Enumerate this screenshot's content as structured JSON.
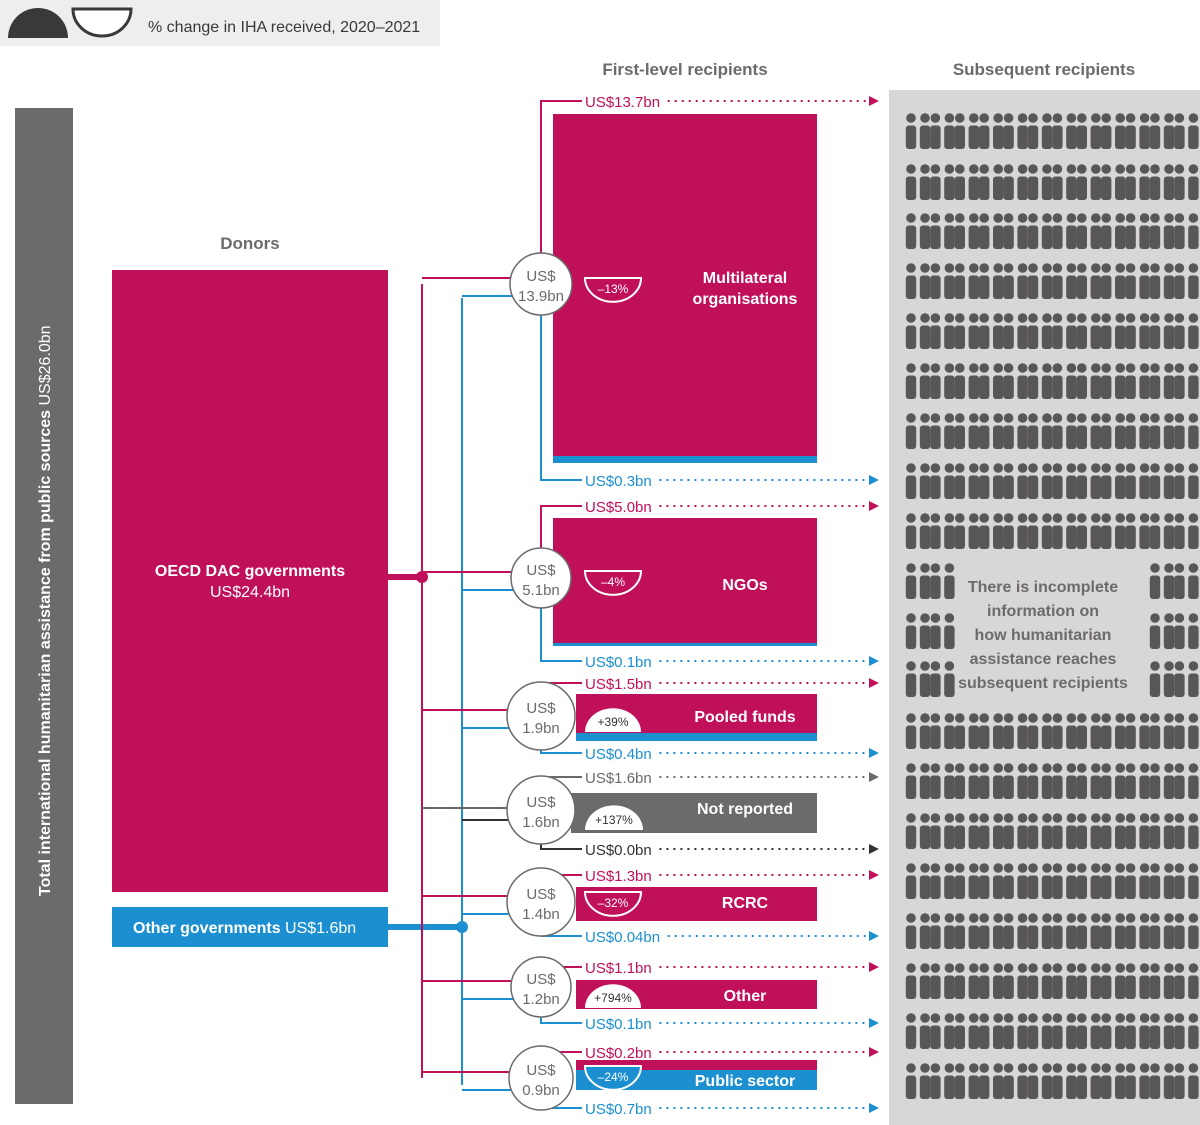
{
  "legend": {
    "text": "% change in IHA received, 2020–2021"
  },
  "headers": {
    "donors": "Donors",
    "first_level": "First-level recipients",
    "subsequent": "Subsequent recipients"
  },
  "side_label": {
    "bold": "Total international humanitarian assistance from public sources",
    "value": "US$26.0bn"
  },
  "donors": [
    {
      "name": "OECD DAC governments",
      "value": "US$24.4bn",
      "amount": 24.4
    },
    {
      "name": "Other governments",
      "value": "US$1.6bn",
      "amount": 1.6
    }
  ],
  "recipients": [
    {
      "name": "Multilateral organisations",
      "total": "13.9bn",
      "change": "–13%",
      "change_dir": "down",
      "primary": "US$13.7bn",
      "secondary": "US$0.3bn",
      "kind": "magenta"
    },
    {
      "name": "NGOs",
      "total": "5.1bn",
      "change": "–4%",
      "change_dir": "down",
      "primary": "US$5.0bn",
      "secondary": "US$0.1bn",
      "kind": "magenta"
    },
    {
      "name": "Pooled funds",
      "total": "1.9bn",
      "change": "+39%",
      "change_dir": "up",
      "primary": "US$1.5bn",
      "secondary": "US$0.4bn",
      "kind": "magenta"
    },
    {
      "name": "Not reported",
      "total": "1.6bn",
      "change": "+137%",
      "change_dir": "up",
      "primary": "US$1.6bn",
      "secondary": "US$0.0bn",
      "kind": "grey"
    },
    {
      "name": "RCRC",
      "total": "1.4bn",
      "change": "–32%",
      "change_dir": "down",
      "primary": "US$1.3bn",
      "secondary": "US$0.04bn",
      "kind": "magenta"
    },
    {
      "name": "Other",
      "total": "1.2bn",
      "change": "+794%",
      "change_dir": "up",
      "primary": "US$1.1bn",
      "secondary": "US$0.1bn",
      "kind": "magenta"
    },
    {
      "name": "Public sector",
      "total": "0.9bn",
      "change": "–24%",
      "change_dir": "down",
      "primary": "US$0.2bn",
      "secondary": "US$0.7bn",
      "kind": "blue"
    }
  ],
  "currency_prefix": "US$",
  "incomplete_note": [
    "There is incomplete",
    "information on",
    "how humanitarian",
    "assistance reaches",
    "subsequent recipients"
  ],
  "colors": {
    "magenta": "#c1105a",
    "blue": "#1c8fd1",
    "grey": "#6d6a6c",
    "dark": "#333133",
    "panel": "#d9d6d8",
    "person": "#595657"
  }
}
